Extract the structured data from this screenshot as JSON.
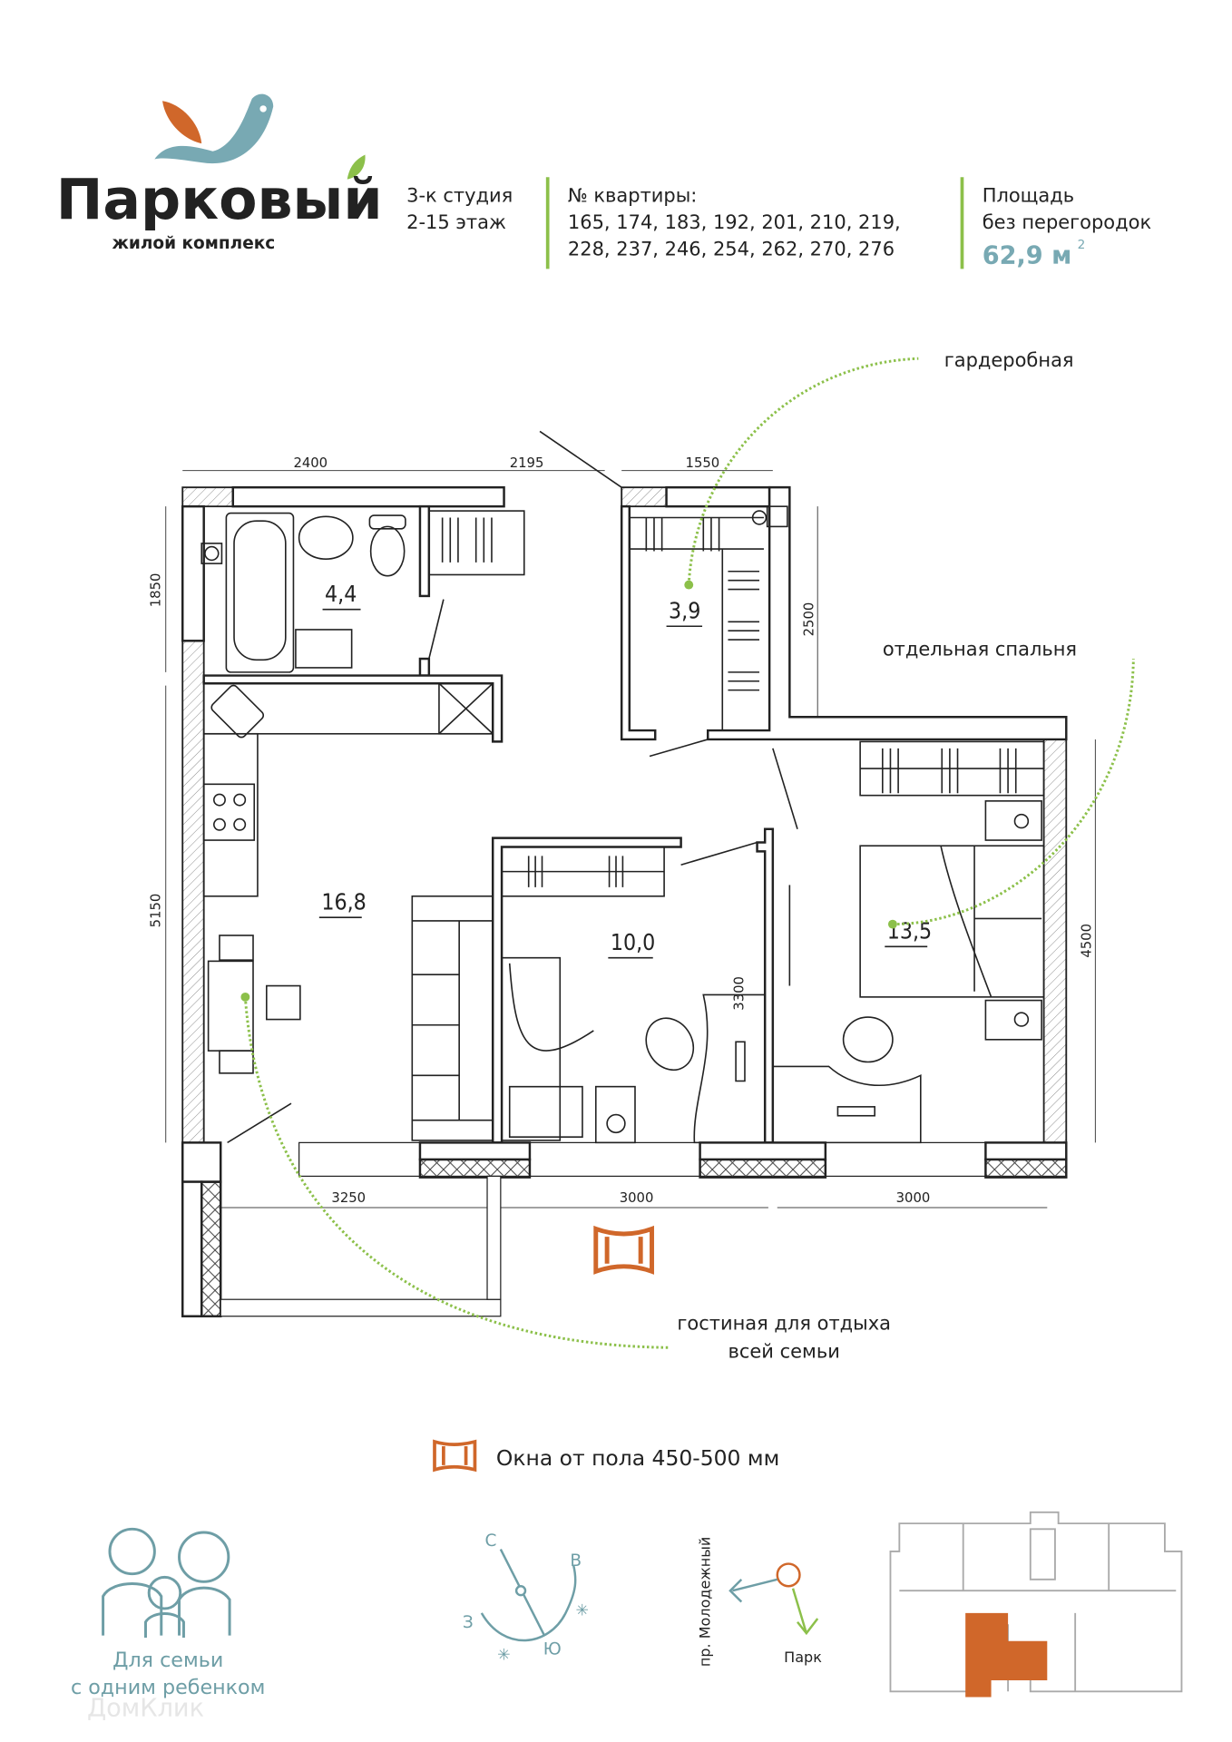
{
  "brand": {
    "name": "Парковый",
    "subtitle": "жилой комплекс",
    "colors": {
      "teal": "#78a9b3",
      "orange": "#d0672a",
      "green": "#8cc04a"
    }
  },
  "header": {
    "type_line1": "3-к студия",
    "type_line2": "2-15 этаж",
    "apartments_label": "№ квартиры:",
    "apartments_line1": "165, 174, 183, 192, 201, 210, 219,",
    "apartments_line2": "228, 237, 246, 254, 262, 270, 276",
    "area_label1": "Площадь",
    "area_label2": "без перегородок",
    "area_value": "62,9 м",
    "area_sup": "2"
  },
  "plan": {
    "dims": {
      "top1": "2400",
      "top2": "2195",
      "top3": "1550",
      "left1": "1850",
      "left2": "5150",
      "right1": "2500",
      "right2": "4500",
      "inner": "3300",
      "bottom1": "3250",
      "bottom2": "3000",
      "bottom3": "3000"
    },
    "rooms": {
      "bathroom": "4,4",
      "wardrobe": "3,9",
      "living": "16,8",
      "room2": "10,0",
      "bedroom": "13,5"
    },
    "callouts": {
      "wardrobe": "гардеробная",
      "bedroom": "отдельная спальня",
      "living1": "гостиная для отдыха",
      "living2": "всей семьи"
    }
  },
  "legend": {
    "windows": "Окна от пола 450-500 мм"
  },
  "footer": {
    "family1": "Для семьи",
    "family2": "с одним ребенком",
    "compass": {
      "n": "С",
      "e": "В",
      "w": "З",
      "s": "Ю"
    },
    "street": "пр. Молодежный",
    "park": "Парк",
    "watermark": "ДомКлик"
  }
}
